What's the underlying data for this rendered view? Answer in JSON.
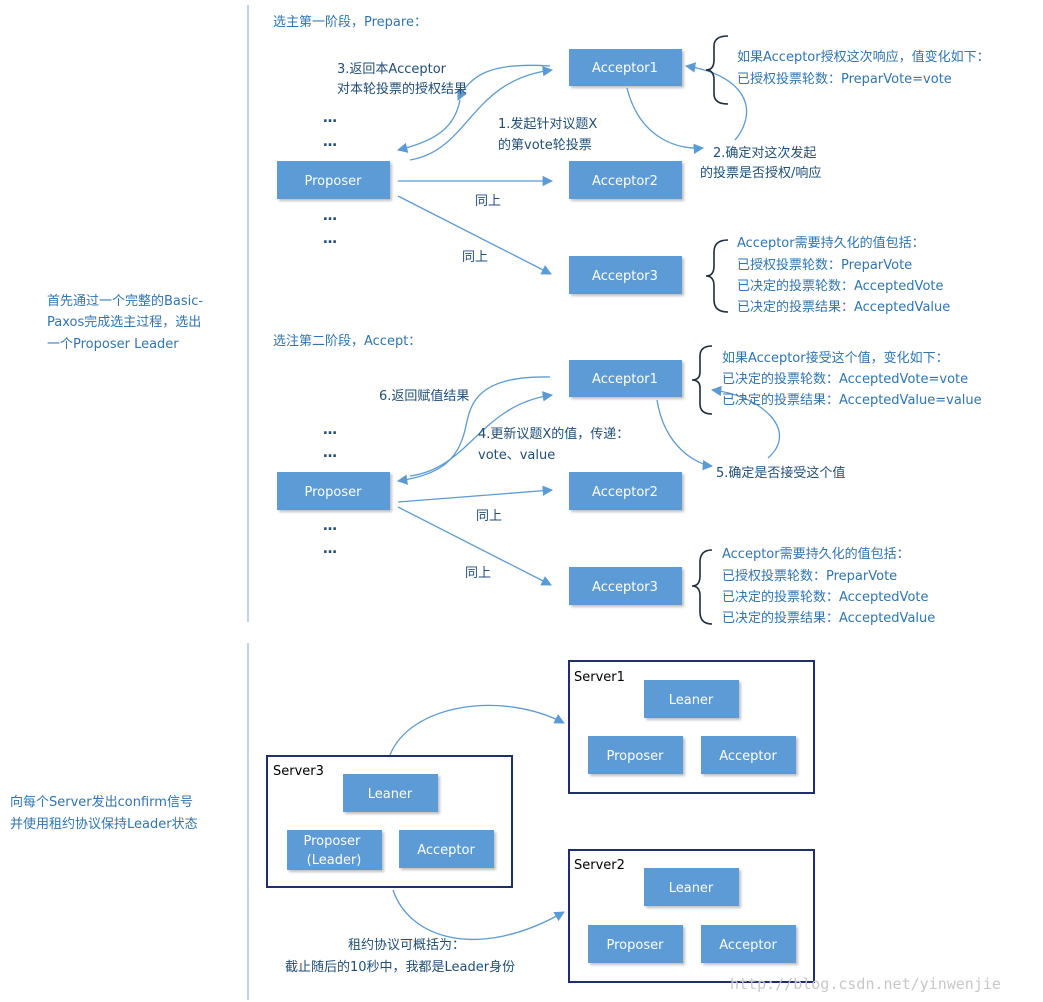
{
  "left_notes": {
    "phase_note": [
      "首先通过一个完整的Basic-",
      "Paxos完成选主过程，选出",
      "一个Proposer Leader"
    ],
    "confirm_note": [
      "向每个Server发出confirm信号",
      "并使用租约协议保持Leader状态"
    ]
  },
  "prepare": {
    "title": "选主第一阶段，Prepare：",
    "proposer": "Proposer",
    "acceptors": [
      "Acceptor1",
      "Acceptor2",
      "Acceptor3"
    ],
    "dots": "…",
    "step1": [
      "1.发起针对议题X",
      "的第vote轮投票"
    ],
    "step2": [
      "2.确定对这次发起",
      "的投票是否授权/响应"
    ],
    "step3": [
      "3.返回本Acceptor",
      "对本轮投票的授权结果"
    ],
    "same1": "同上",
    "same2": "同上",
    "note_change": [
      "如果Acceptor授权这次响应，值变化如下：",
      "已授权投票轮数：PreparVote=vote"
    ],
    "note_persist": [
      "Acceptor需要持久化的值包括：",
      "已授权投票轮数：PreparVote",
      "已决定的投票轮数：AcceptedVote",
      "已决定的投票结果：AcceptedValue"
    ]
  },
  "accept": {
    "title": "选注第二阶段，Accept：",
    "proposer": "Proposer",
    "acceptors": [
      "Acceptor1",
      "Acceptor2",
      "Acceptor3"
    ],
    "dots": "…",
    "step4": [
      "4.更新议题X的值，传递：",
      "vote、value"
    ],
    "step5": "5.确定是否接受这个值",
    "step6": "6.返回赋值结果",
    "same1": "同上",
    "same2": "同上",
    "note_change": [
      "如果Acceptor接受这个值，变化如下：",
      "已决定的投票轮数：AcceptedVote=vote",
      "已决定的投票结果：AcceptedValue=value"
    ],
    "note_persist": [
      "Acceptor需要持久化的值包括：",
      "已授权投票轮数：PreparVote",
      "已决定的投票轮数：AcceptedVote",
      "已决定的投票结果：AcceptedValue"
    ]
  },
  "servers": {
    "server1": {
      "label": "Server1",
      "leaner": "Leaner",
      "proposer": "Proposer",
      "acceptor": "Acceptor"
    },
    "server2": {
      "label": "Server2",
      "leaner": "Leaner",
      "proposer": "Proposer",
      "acceptor": "Acceptor"
    },
    "server3": {
      "label": "Server3",
      "leaner": "Leaner",
      "proposer": [
        "Proposer",
        "(Leader)"
      ],
      "acceptor": "Acceptor"
    },
    "lease_note": [
      "租约协议可概括为：",
      "截止随后的10秒中，我都是Leader身份"
    ]
  },
  "watermark": "http://blog.csdn.net/yinwenjie",
  "colors": {
    "box": "#5b9bd5",
    "text": "#2e75b6",
    "server_border": "#1f2f6b"
  }
}
